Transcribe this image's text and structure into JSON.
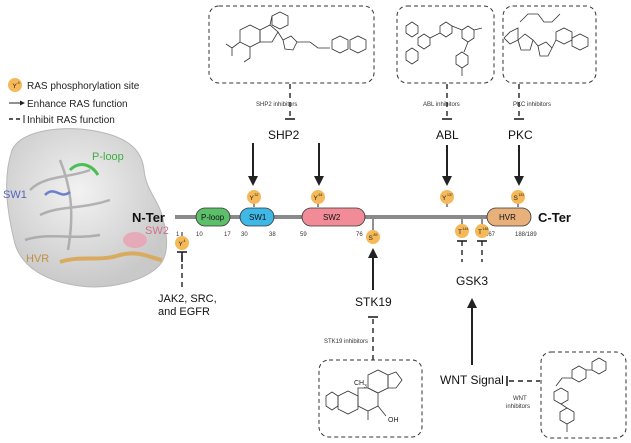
{
  "legend": {
    "site_badge": "Y",
    "site_badge_sup": "4",
    "site_label": "RAS phosphorylation site",
    "enhance_label": "Enhance RAS function",
    "inhibit_label": "Inhibit RAS function"
  },
  "structure": {
    "p_loop": "P-loop",
    "sw1": "SW1",
    "sw2": "SW2",
    "hvr": "HVR"
  },
  "protein": {
    "n_ter": "N-Ter",
    "c_ter": "C-Ter",
    "domains": {
      "p_loop": "P-loop",
      "sw1": "SW1",
      "sw2": "SW2",
      "hvr": "HVR"
    },
    "positions": {
      "p1": "1",
      "p10": "10",
      "p17": "17",
      "p30": "30",
      "p38": "38",
      "p59": "59",
      "p76": "76",
      "p167": "167",
      "p188": "188/189"
    }
  },
  "sites": {
    "y4": {
      "res": "Y",
      "num": "4"
    },
    "y32": {
      "res": "Y",
      "num": "32"
    },
    "y64": {
      "res": "Y",
      "num": "64"
    },
    "s89": {
      "res": "S",
      "num": "89"
    },
    "y137": {
      "res": "Y",
      "num": "137"
    },
    "t144": {
      "res": "T",
      "num": "144"
    },
    "t148": {
      "res": "T",
      "num": "148"
    },
    "s181": {
      "res": "S",
      "num": "181"
    }
  },
  "kinases": {
    "shp2": "SHP2",
    "abl": "ABL",
    "pkc": "PKC",
    "stk19": "STK19",
    "gsk3": "GSK3",
    "wnt": "WNT Signal",
    "jak_line1": "JAK2, SRC,",
    "jak_line2": "and EGFR"
  },
  "inhibitors": {
    "shp2": "SHP2 inhibitors",
    "abl": "ABL inhibitors",
    "pkc": "PKC inhibitors",
    "stk19": "STK19 inhibitors",
    "wnt_line1": "WNT",
    "wnt_line2": "inhibitors"
  },
  "molecules": {
    "stk19_ch3": "CH",
    "stk19_ch3_sub": "3",
    "stk19_oh": "OH"
  },
  "colors": {
    "site_badge": "#f5b95a",
    "p_loop": "#5cbf6a",
    "sw1": "#3fb8e6",
    "sw2": "#f28b98",
    "hvr": "#e8b07a",
    "backbone": "#8a8a8a"
  }
}
